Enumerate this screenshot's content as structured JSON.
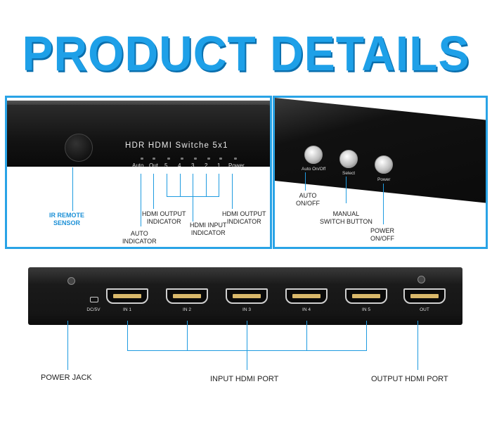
{
  "title": "PRODUCT DETAILS",
  "front_panel": {
    "device_name": "HDR HDMI Switche  5x1",
    "led_labels": [
      "Auto",
      "Out",
      "5",
      "4",
      "3",
      "2",
      "1",
      "Power"
    ],
    "callouts": {
      "ir_sensor": "IR REMOTE\nSENSOR",
      "hdmi_output_indicator_left": "HDMI OUTPUT\nINDICATOR",
      "hdmi_input_indicator": "HDMI INPUT\nINDICATOR",
      "hdmi_output_indicator_right": "HDMI OUTPUT\nINDICATOR",
      "auto_indicator": "AUTO\nINDICATOR"
    }
  },
  "side_panel": {
    "buttons": [
      "Auto On/Off",
      "Select",
      "Power"
    ],
    "callouts": {
      "auto": "AUTO\nON/OFF",
      "manual": "MANUAL\nSWITCH BUTTON",
      "power": "POWER\nON/OFF"
    }
  },
  "back_panel": {
    "power_label": "DC/5V",
    "ports": [
      "IN 1",
      "IN 2",
      "IN 3",
      "IN 4",
      "IN 5",
      "OUT"
    ],
    "callouts": {
      "power_jack": "POWER JACK",
      "input": "INPUT HDMI PORT",
      "output": "OUTPUT HDMI PORT"
    }
  },
  "colors": {
    "accent": "#1ea0e8",
    "line": "#1f9be0"
  }
}
